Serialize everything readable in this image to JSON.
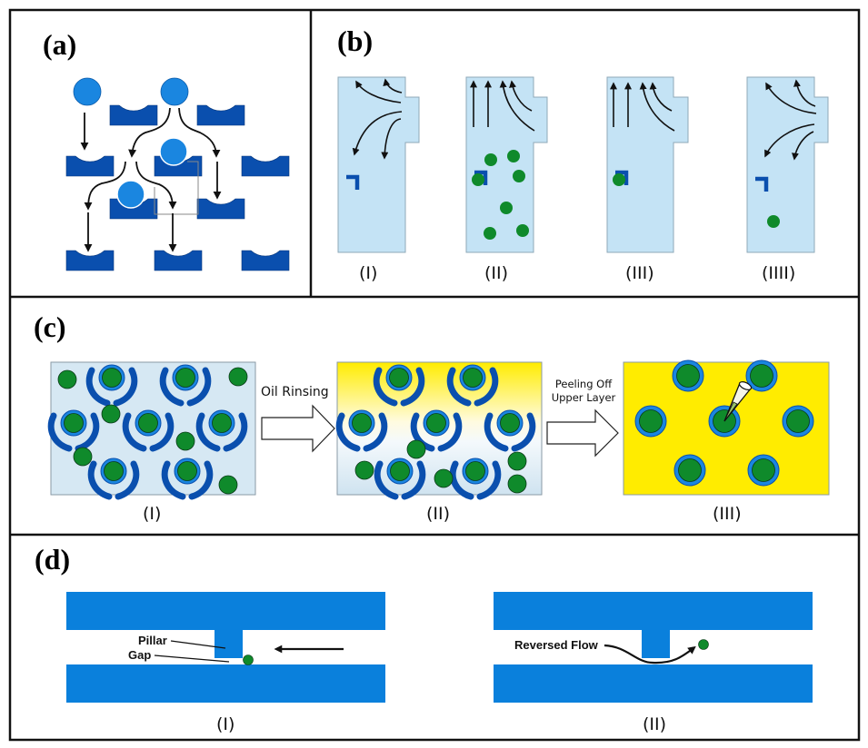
{
  "figure": {
    "colors": {
      "trap_dark_blue": "#0a4fae",
      "particle_blue": "#1a86e0",
      "cell_green": "#0f8a2b",
      "chamber_light_blue": "#c4e3f5",
      "oil_yellow": "#ffee00",
      "channel_blue": "#0a80dc",
      "panel_c1_bg": "#d6e8f3"
    },
    "panels": {
      "a": {
        "label": "(a)"
      },
      "b": {
        "label": "(b)",
        "sublabels": [
          "(I)",
          "(II)",
          "(III)",
          "(IIII)"
        ]
      },
      "c": {
        "label": "(c)",
        "sublabels": [
          "(I)",
          "(II)",
          "(III)"
        ],
        "arrow1_label": "Oil Rinsing",
        "arrow2_label_line1": "Peeling Off",
        "arrow2_label_line2": "Upper Layer"
      },
      "d": {
        "label": "(d)",
        "sublabels": [
          "(I)",
          "(II)"
        ],
        "pillar_label": "Pillar",
        "gap_label": "Gap",
        "reversed_flow_label": "Reversed Flow"
      }
    }
  }
}
